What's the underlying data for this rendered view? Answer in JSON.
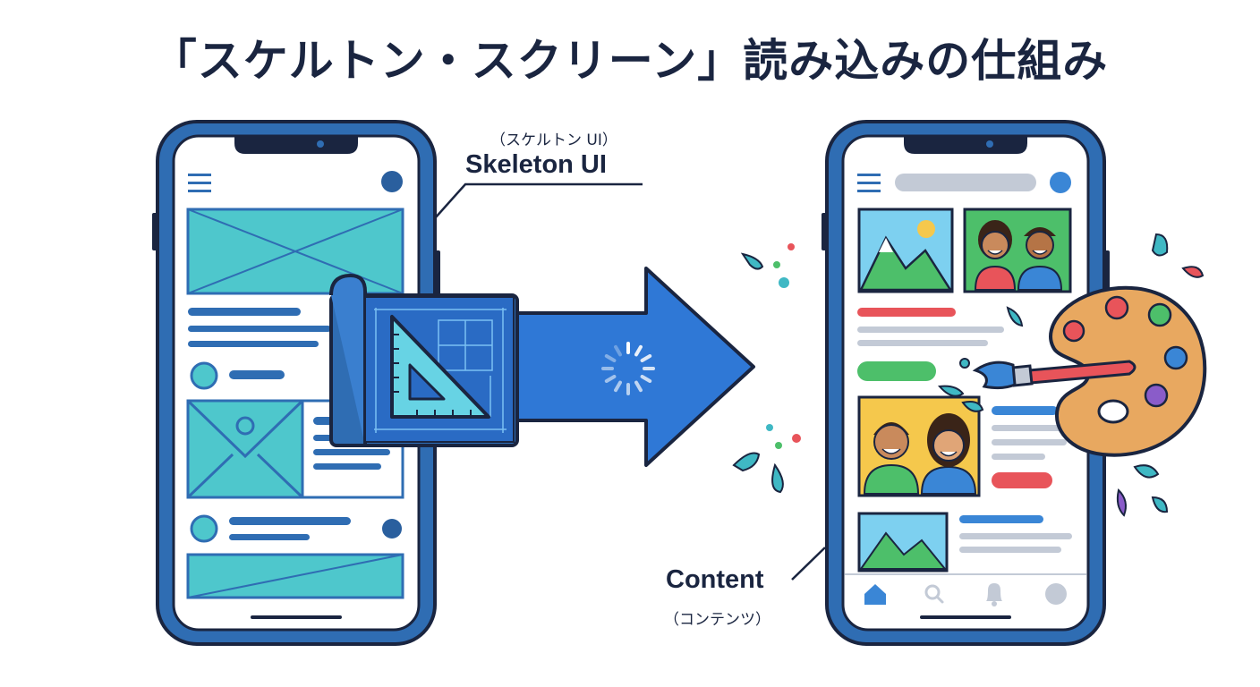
{
  "title": "「スケルトン・スクリーン」読み込みの仕組み",
  "left_label": {
    "sub": "（スケルトン UI）",
    "main": "Skeleton UI"
  },
  "right_label": {
    "main": "Content",
    "sub": "（コンテンツ）"
  },
  "colors": {
    "navy": "#1a2540",
    "phone_frame": "#2f6db3",
    "skeleton_fill": "#4ec7cc",
    "skeleton_bar": "#2f6db3",
    "arrow": "#2f78d6",
    "content_red": "#e8545a",
    "content_green": "#4dbf6a",
    "content_blue": "#3a86d6",
    "content_gray": "#c3cad6"
  },
  "icons": [
    "menu-icon",
    "blueprint-ruler-icon",
    "loading-spinner-icon",
    "paint-palette-icon",
    "paintbrush-icon",
    "home-icon",
    "search-icon",
    "bell-icon"
  ]
}
